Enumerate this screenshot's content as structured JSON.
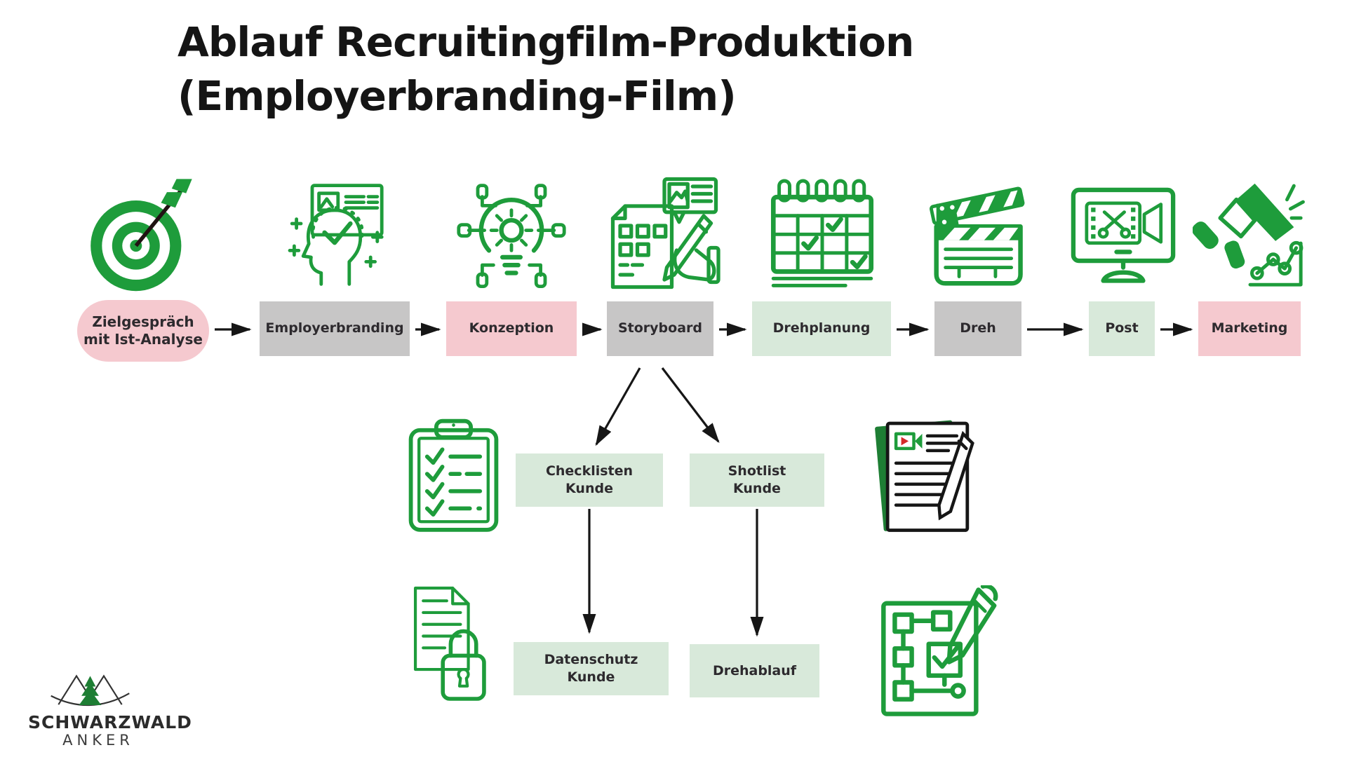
{
  "title": {
    "text": "Ablauf Recruitingfilm-Produktion\n(Employerbranding-Film)"
  },
  "flow": {
    "nodes": [
      {
        "label": "Zielgespräch\nmit Ist-Analyse",
        "icon": "target-icon",
        "shape": "pill",
        "color": "#f5c9cf"
      },
      {
        "label": "Employerbranding",
        "icon": "employerbranding-head-icon",
        "shape": "rect",
        "color": "#c7c6c6"
      },
      {
        "label": "Konzeption",
        "icon": "idea-network-icon",
        "shape": "rect",
        "color": "#f5c9cf"
      },
      {
        "label": "Storyboard",
        "icon": "storyboard-sketch-icon",
        "shape": "rect",
        "color": "#c7c6c6"
      },
      {
        "label": "Drehplanung",
        "icon": "shooting-calendar-icon",
        "shape": "rect",
        "color": "#d8e9da"
      },
      {
        "label": "Dreh",
        "icon": "clapperboard-icon",
        "shape": "rect",
        "color": "#c7c6c6"
      },
      {
        "label": "Post",
        "icon": "editing-monitor-icon",
        "shape": "rect",
        "color": "#d8e9da"
      },
      {
        "label": "Marketing",
        "icon": "megaphone-chart-icon",
        "shape": "rect",
        "color": "#f5c9cf"
      }
    ]
  },
  "branches": {
    "from_node": "Storyboard",
    "level1": [
      {
        "label": "Checklisten\nKunde",
        "icon": "checklist-clipboard-icon",
        "color": "#d8e9da"
      },
      {
        "label": "Shotlist\nKunde",
        "icon": "shotlist-document-icon",
        "color": "#d8e9da"
      }
    ],
    "level2": [
      {
        "label": "Datenschutz\nKunde",
        "icon": "privacy-lock-icon",
        "color": "#d8e9da"
      },
      {
        "label": "Drehablauf",
        "icon": "flowchart-pencil-icon",
        "color": "#d8e9da"
      }
    ]
  },
  "logo": {
    "line1": "SCHWARZWALD",
    "line2": "ANKER"
  },
  "colors": {
    "icon_green": "#1e9c3b",
    "box_pink": "#f5c9cf",
    "box_gray": "#c7c6c6",
    "box_mint": "#d8e9da",
    "arrow_black": "#161616",
    "title_black": "#151515",
    "accent_red": "#d42a2a"
  }
}
